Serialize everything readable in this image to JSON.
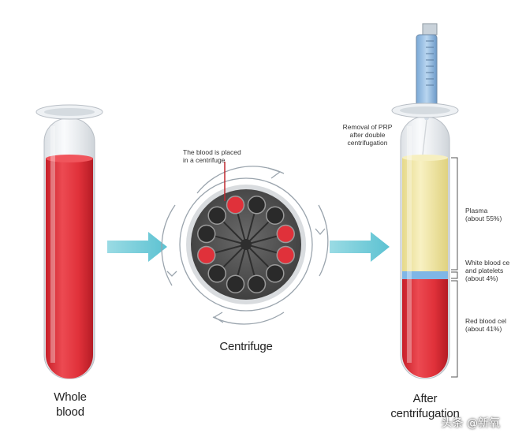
{
  "labels": {
    "whole_blood": "Whole\nblood",
    "centrifuge": "Centrifuge",
    "after_centrifugation": "After\ncentrifugation",
    "blood_placed": "The blood is placed\nin a centrifuge",
    "removal_prp": "Removal of PRP\nafter double\ncentrifugation",
    "plasma": "Plasma\n(about 55%)",
    "white_cells": "White blood ce\nand platelets\n(about 4%)",
    "red_cells": "Red blood cel\n(about 41%)"
  },
  "watermark": "头条 @新氧",
  "composition": [
    {
      "layer": "plasma",
      "percent": 55
    },
    {
      "layer": "white_cells",
      "percent": 4
    },
    {
      "layer": "red_cells",
      "percent": 41
    }
  ],
  "colors": {
    "blood": "#e0313a",
    "plasma": "#f3eaa8",
    "buffy_coat": "#7fb6e6",
    "arrow": "#7fd0dc",
    "rotor": "#5a5a5a"
  },
  "icons": [
    "test-tube-icon",
    "centrifuge-icon",
    "syringe-icon",
    "arrow-right-icon"
  ]
}
